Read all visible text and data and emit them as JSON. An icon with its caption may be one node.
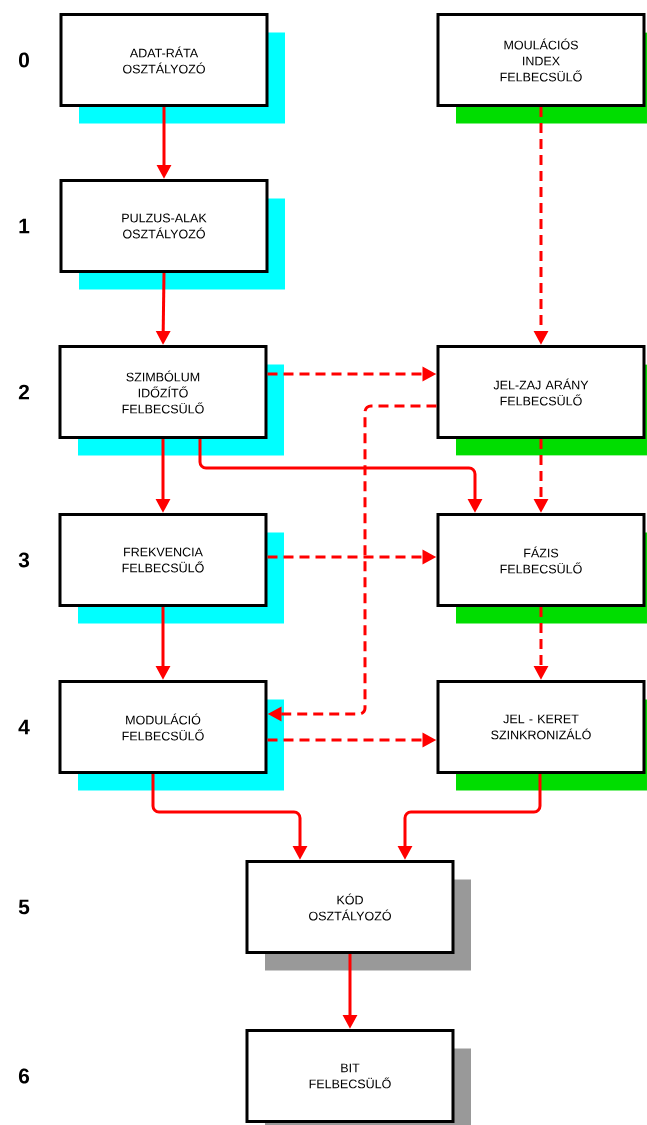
{
  "diagram": {
    "nodes": [
      {
        "text": [
          "ADAT-RÁTA OSZTÁLYOZÓ"
        ]
      },
      {
        "text": [
          "MOULÁCIÓS INDEX FELBECSÜLŐ"
        ]
      },
      {
        "text": [
          "PULZUS-ALAK OSZTÁLYOZÓ"
        ]
      },
      {
        "text": [
          "SZIMBÓLUM IDŐZÍTŐ FELBECSÜLŐ"
        ]
      },
      {
        "text": [
          "JEL-ZAJ ARÁNY FELBECSÜLŐ"
        ]
      },
      {
        "text": [
          "FREKVENCIA FELBECSÜLŐ"
        ]
      },
      {
        "text": [
          "FÁZIS FELBECSÜLŐ"
        ]
      },
      {
        "text": [
          "MODULÁCIÓ FELBECSÜLŐ"
        ]
      },
      {
        "text": [
          "JEL - KERET SZINKRONIZÁLÓ"
        ]
      },
      {
        "text": [
          "KÓD OSZTÁLYOZÓ"
        ]
      },
      {
        "text": [
          "BIT FELBECSÜLŐ"
        ]
      }
    ],
    "edges": [
      {
        "from": 0,
        "to": 2,
        "arrow": "to"
      },
      {
        "from": 1,
        "to": 4,
        "arrow": "to",
        "style": "dashed"
      },
      {
        "from": 2,
        "to": 3,
        "arrow": "to"
      },
      {
        "from": 3,
        "to": 4,
        "arrow": "to",
        "style": "dashed"
      },
      {
        "from": 3,
        "to": 5,
        "arrow": "to"
      },
      {
        "from": 3,
        "to": 6,
        "arrow": "to"
      },
      {
        "from": 4,
        "to": 6,
        "arrow": "to",
        "style": "dashed"
      },
      {
        "from": 4,
        "to": 7,
        "arrow": "to",
        "style": "dashed"
      },
      {
        "from": 5,
        "to": 6,
        "arrow": "to",
        "style": "dashed"
      },
      {
        "from": 5,
        "to": 7,
        "arrow": "to"
      },
      {
        "from": 6,
        "to": 8,
        "arrow": "to",
        "style": "dashed"
      },
      {
        "from": 7,
        "to": 8,
        "arrow": "to",
        "style": "dashed"
      },
      {
        "from": 7,
        "to": 9,
        "arrow": "to"
      },
      {
        "from": 8,
        "to": 9,
        "arrow": "to"
      },
      {
        "from": 9,
        "to": 10,
        "arrow": "to"
      }
    ],
    "labels": [
      "0",
      "1",
      "2",
      "3",
      "4",
      "5",
      "6"
    ]
  }
}
